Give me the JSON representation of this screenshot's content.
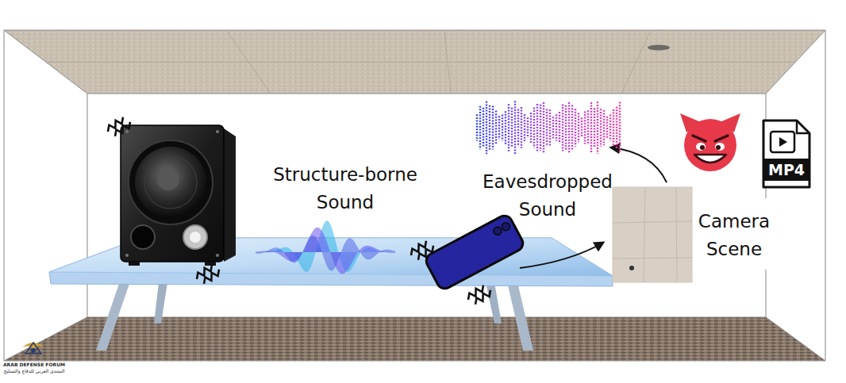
{
  "diagram": {
    "nodes": [
      {
        "text": [
          "MP4"
        ]
      }
    ],
    "labels": [
      "Structure-borne Sound",
      "Eavesdropped Sound",
      "Camera Scene",
      "ARAB DEFENSE FORUM",
      "المنتدى العربي للدفاع والتسليح"
    ]
  }
}
